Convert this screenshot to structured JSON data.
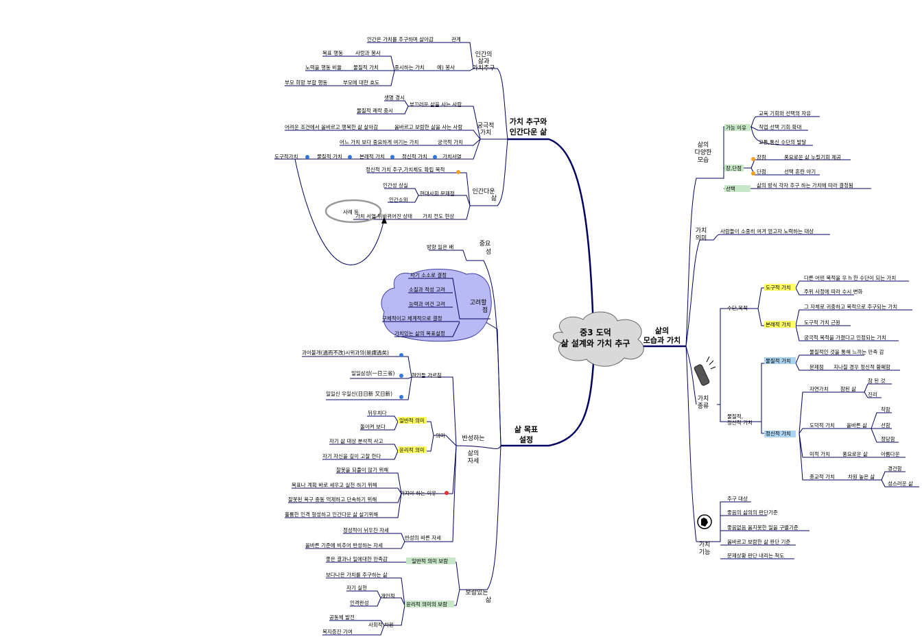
{
  "central": {
    "line1": "중3 도덕",
    "line2": "삶 설계와 가치 추구"
  },
  "right": {
    "main": {
      "line1": "삶의",
      "line2": "모습과 가치"
    },
    "diversity": {
      "label": [
        "삶의",
        "다양한",
        "모습"
      ],
      "possible": {
        "label": "가능 이유",
        "items": [
          "교육 기회와 선택의 자유",
          "직업 선택 기회 확대",
          "교통,통신 수단의 발달"
        ]
      },
      "proscons": {
        "label": "장,단점",
        "pro_label": "장점",
        "pro_text": "풍요로운 삶 누릴기회 제공",
        "con_label": "단점",
        "con_text": "선택 혼란 야기"
      },
      "choice": {
        "label": "선택",
        "text": "삶의 방식 각자 추구 하는 가치에 따라 결정됨"
      }
    },
    "meaning": {
      "label": [
        "가치",
        "의미"
      ],
      "text": "사람들이 소중히 여겨 얻고자 노력하는 대상"
    },
    "kinds": {
      "label": [
        "가치",
        "종류"
      ],
      "means_end": "수단,목적",
      "instrumental": {
        "label": "도구적 가치",
        "items": [
          "다른 어떤 목적을 우 h 한 수단이 되는 가치",
          "주위 사정에 따라 수시 변화"
        ]
      },
      "intrinsic": {
        "label": "본래적 가치",
        "items": [
          "그 자체로 귀중하고 목적으로 추구되는 가치",
          "도구적 가치 근원",
          "궁극적 목적을 가졌다고 인정되는 가치"
        ]
      },
      "material_spiritual": [
        "물질적,",
        "정신적 가치"
      ],
      "material": {
        "label": "물질적 가치",
        "items": [
          "물질적인 것을 통해 느끼는 만족 감"
        ],
        "problem": "문제점",
        "problem_text": "지나칠 경우 정신적 황폐함"
      },
      "spiritual": {
        "label": "정신적 가치",
        "rows": [
          {
            "label": "자연가치",
            "mid": "참된 삶",
            "leaves": [
              "참 된 것",
              "진리"
            ]
          },
          {
            "label": "도덕적 가치",
            "mid": "올바른 삶",
            "leaves": [
              "착함",
              "선함",
              "정당함"
            ]
          },
          {
            "label": "미적 가치",
            "mid": "풍요로운 삶",
            "leaves": [
              "아름다운"
            ]
          },
          {
            "label": "종교적 가치",
            "mid": "차원 높은 삶",
            "leaves": [
              "경건함",
              "성스러운 삶"
            ]
          }
        ]
      }
    },
    "function": {
      "label": [
        "가치",
        "기능"
      ],
      "items": [
        "추구 대상",
        "좋음의 삶의의 판단기준",
        "좋음없음 옳지못한 일을 구별기준",
        "옳바르고 보람한 삶 판단 기준",
        "문제상황 판단 내리는 척도"
      ]
    }
  },
  "left_top": {
    "main": {
      "line1": "가치 추구와",
      "line2": "인간다운 삶"
    },
    "human_life": {
      "label": [
        "인간의",
        "삶과",
        "가치추구"
      ],
      "relation": "관계",
      "relation_text": "인간은 가치를 추구하며 살아감",
      "value_dep": "중시하는 가치",
      "example": "예) 봉사",
      "rows": [
        {
          "a": "목표 행동",
          "b": "사랑과 봉사"
        },
        {
          "a": "노력을 행동 비율",
          "b": "물질적 가치"
        },
        {
          "a": "부모 희망 부합 행동",
          "b": "부모에 대한 효도"
        }
      ]
    },
    "ultimate": {
      "label": [
        "궁극적",
        "가치"
      ],
      "items": [
        {
          "text": "생명 경시",
          "sub": "부끄러운 삶을 사는 사람"
        },
        {
          "text": "물질적 쾌락 중시",
          "sub": ""
        },
        {
          "text": "어려운 조건에서 올바르고 행복한 삶 살아감",
          "sub": "옳바르고 보람한 삶을 사는 사람"
        },
        {
          "text": "어느 가치 보다 중요하게 여기는 가치",
          "sub": "궁극적 가치"
        }
      ],
      "chain": [
        "도구적가치",
        "물질적 가치",
        "본래적 가치",
        "정신적 가치",
        "가치서열"
      ]
    },
    "humane": {
      "label": [
        "인간다운",
        "삶"
      ],
      "items": [
        "정신적 가치 추구,가치체도 확립 목적"
      ],
      "modern": "현대사회 문제점",
      "modern_items": [
        "인간성 상실",
        "인간소외"
      ],
      "inversion": "가치 서열 뒤바뀌어진 상태",
      "inversion_tail": "가치 전도 현상",
      "example": "사례 등"
    }
  },
  "left_bottom": {
    "main": {
      "line1": "삶 목표",
      "line2": "설정"
    },
    "importance": {
      "label": [
        "중요",
        "성"
      ],
      "text": "방향 잃은 배"
    },
    "consider": {
      "label": [
        "고려할",
        "점"
      ],
      "items": [
        "자기 소소로 결정",
        "소질과 적성 고려",
        "능력과 여건 고려",
        "구체적이고 체계적으로 결정",
        "가치있는 삶의 목표설정"
      ]
    },
    "reflect": {
      "label": [
        "반성하는",
        "삶의",
        "자세"
      ],
      "teach": "현인들 가르침",
      "teach_items": [
        "과이불개(過而不改)시위과의(是謂過矣)",
        "일일삼성(一日三省)",
        "일일신 우일신(日日新 又日新)"
      ],
      "meaning": "의미",
      "general": "일반적 의미",
      "general_items": [
        "뒤우치다",
        "돌이켜 보다"
      ],
      "moral": "윤리적 의미",
      "moral_items": [
        "자기 삶 대상 분석적 사고",
        "자기 자신을 깊이 고찰 한다"
      ],
      "reasons": "가져야 하는 이유",
      "reason_items": [
        "잘못을 되풀이 않기 위해",
        "목표나 계획 바로 세우고 실천 하기 위해",
        "잘못된 욕구 충동 억제하고 단속하기 위해",
        "훌륭한 인격 형성하고 인간다운 삶 살기위해"
      ],
      "right_pose": "반성의 바른 자세",
      "right_items": [
        "정성적이 뉘우친 자세",
        "올바른 기준에 비추어 반성하는 자세"
      ]
    },
    "worthy": {
      "label": [
        "보람있는",
        "삶"
      ],
      "general": "일반적 의미 보람",
      "general_text": "좋은 결과나 일에대한 만족감",
      "moral": "윤리적 의미의 보람",
      "moral_text": "보다나은 가치를 추구하는 삶",
      "personal": "개인적",
      "personal_items": [
        "자기 실현",
        "인격완성"
      ],
      "social": "사회적 차원",
      "social_items": [
        "공동체 발전",
        "복지증진 기여"
      ]
    }
  }
}
